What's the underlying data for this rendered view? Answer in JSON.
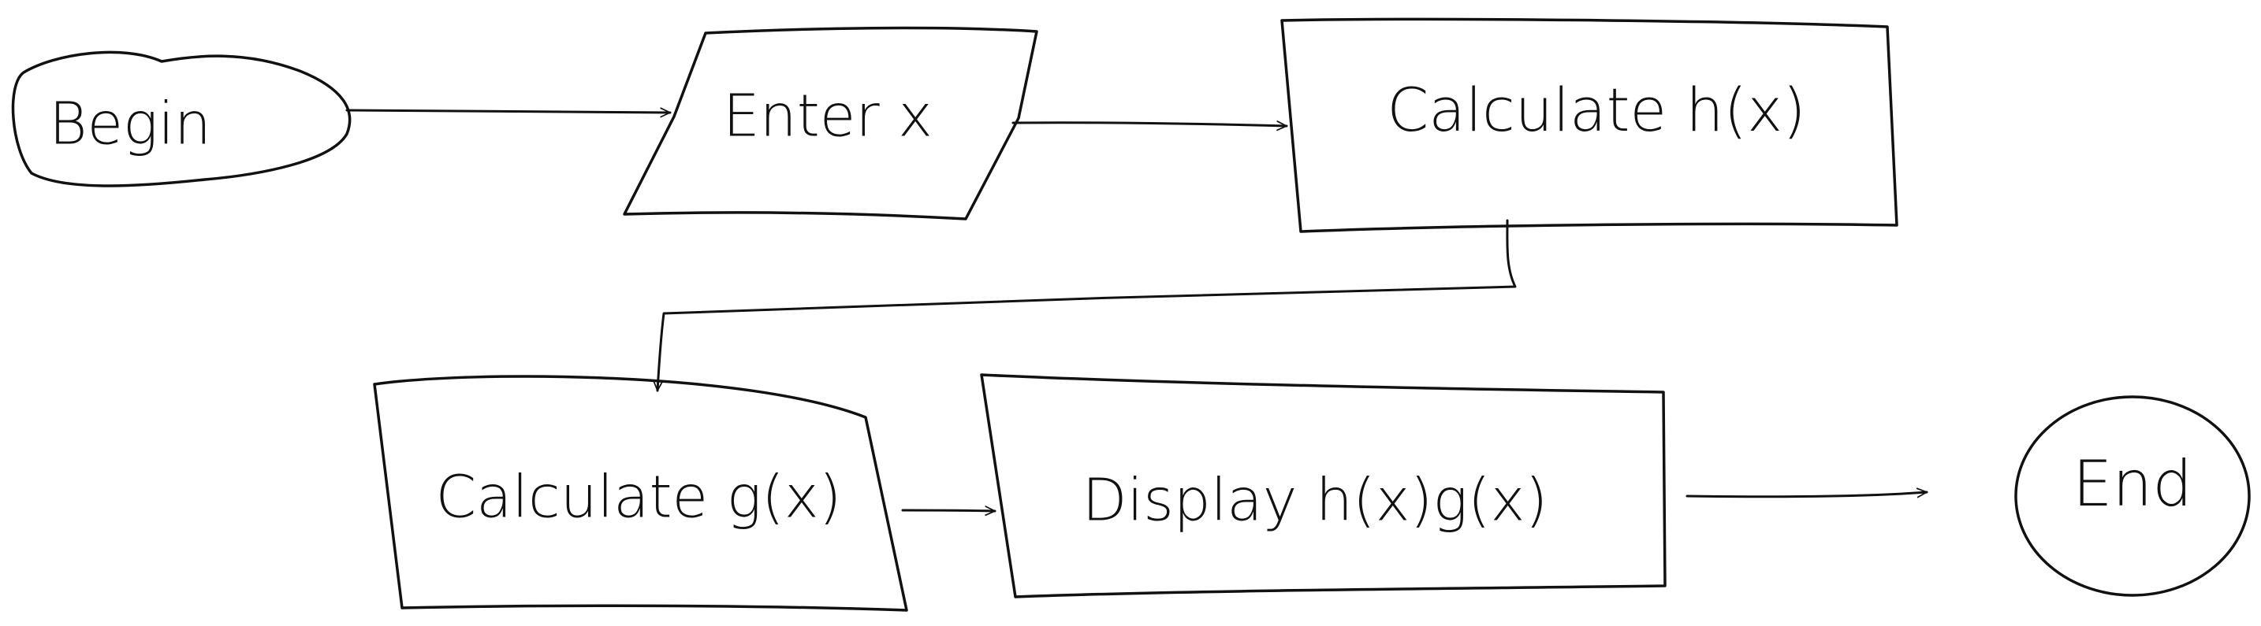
{
  "diagram": {
    "type": "flowchart",
    "style": "hand-drawn",
    "stroke_color": "#111111",
    "background_color": "#ffffff",
    "nodes": {
      "begin": {
        "shape": "terminator",
        "label": "Begin"
      },
      "enter_x": {
        "shape": "input-output",
        "label": "Enter x"
      },
      "calc_h": {
        "shape": "process",
        "label": "Calculate h(x)"
      },
      "calc_g": {
        "shape": "process",
        "label": "Calculate g(x)"
      },
      "display": {
        "shape": "process",
        "label": "Display h(x)g(x)"
      },
      "end": {
        "shape": "terminator",
        "label": "End"
      }
    },
    "edges": [
      {
        "from": "begin",
        "to": "enter_x"
      },
      {
        "from": "enter_x",
        "to": "calc_h"
      },
      {
        "from": "calc_h",
        "to": "calc_g"
      },
      {
        "from": "calc_g",
        "to": "display"
      },
      {
        "from": "display",
        "to": "end"
      }
    ]
  }
}
